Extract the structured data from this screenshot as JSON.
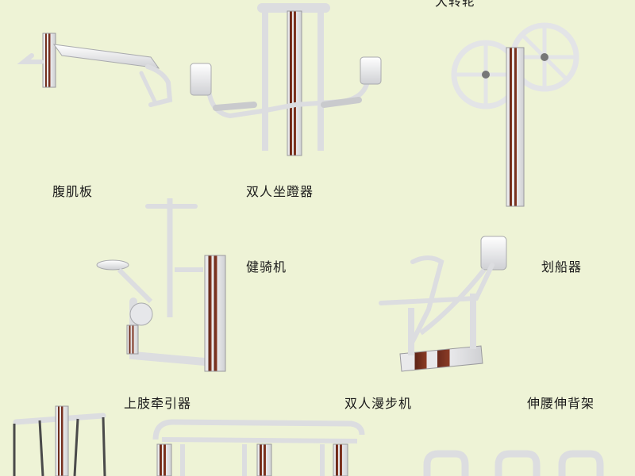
{
  "labels": {
    "top_cut": "大转轮",
    "ab_board": "腹肌板",
    "double_stepper": "双人坐蹬器",
    "fitness_bike": "健骑机",
    "rowing_machine": "划船器",
    "upper_limb_traction": "上肢牵引器",
    "double_walker": "双人漫步机",
    "waist_back_stretcher": "伸腰伸背架"
  },
  "colors": {
    "background": "#eef3d6",
    "frame_white": "#f4f4f6",
    "frame_shadow": "#c9cacd",
    "post_brown": "#6b2a1c"
  }
}
